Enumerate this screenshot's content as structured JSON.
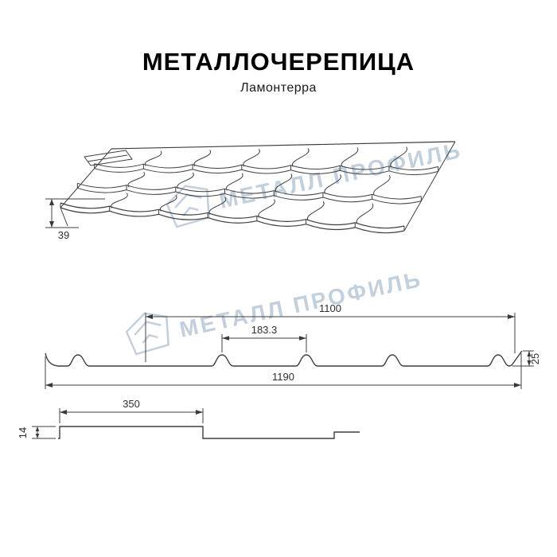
{
  "header": {
    "title": "МЕТАЛЛОЧЕРЕПИЦА",
    "subtitle": "Ламонтерра"
  },
  "watermark": {
    "text": "МЕТАЛЛ ПРОФИЛЬ",
    "color": "#b7c8d8"
  },
  "drawings": {
    "perspective_view": {
      "dim_step_height": "39"
    },
    "cross_section": {
      "dim_working_width": "1100",
      "dim_wave_spacing": "183.3",
      "dim_profile_height": "25",
      "dim_full_width": "1190"
    },
    "longitudinal_section": {
      "dim_step_length": "350",
      "dim_step_height": "14"
    }
  }
}
